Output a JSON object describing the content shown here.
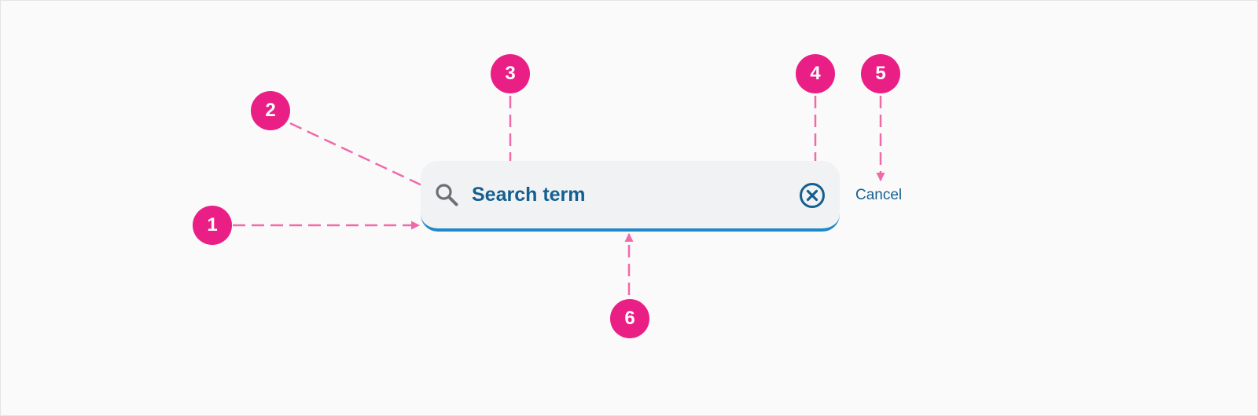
{
  "search": {
    "placeholder_text": "Search term",
    "cancel_label": "Cancel",
    "search_icon": "search-icon",
    "clear_icon": "clear-circle-icon"
  },
  "markers": [
    "1",
    "2",
    "3",
    "4",
    "5",
    "6"
  ],
  "colors": {
    "marker": "#ea1f86",
    "callout_line": "#f06aaa",
    "accent": "#155f8f",
    "underline": "#1e88c8",
    "field_background": "#f0f2f4",
    "canvas": "#fafafb"
  }
}
